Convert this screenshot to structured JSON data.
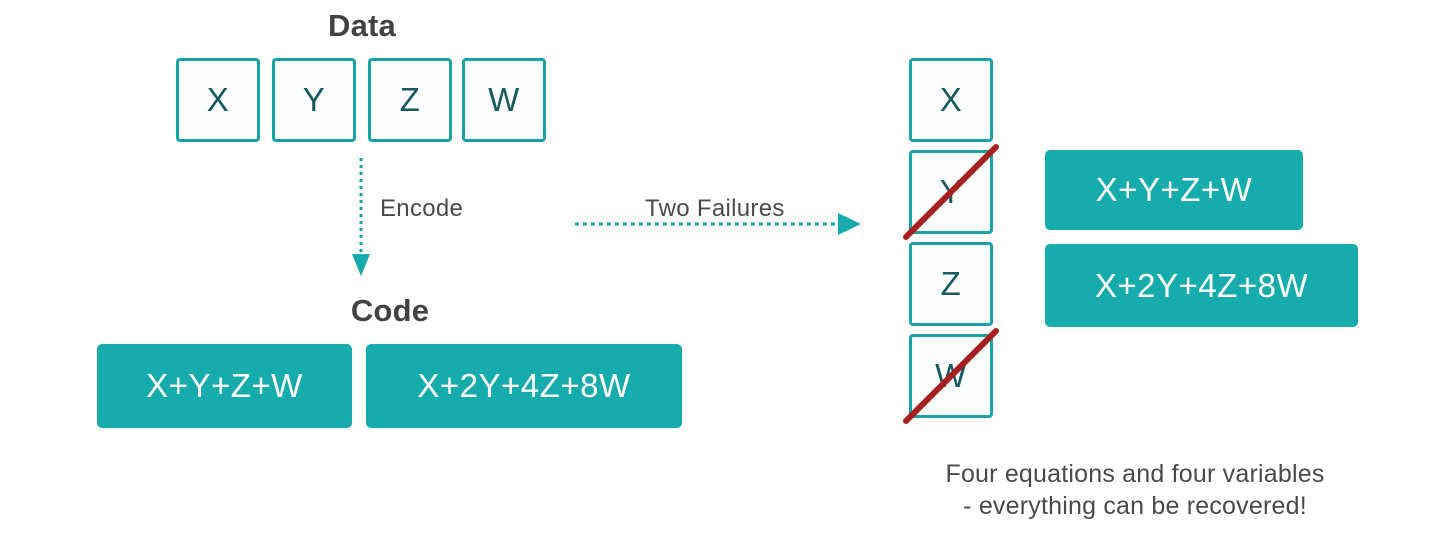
{
  "diagram": {
    "title_data": "Data",
    "title_code": "Code",
    "colors": {
      "teal_fill": "#17acac",
      "teal_outline": "#1aa3a6",
      "letter_text": "#145a60",
      "strike_red": "#a81f1f",
      "label_gray": "#4a4a4a",
      "heading_gray": "#424242"
    },
    "data_cells": [
      {
        "label": "X"
      },
      {
        "label": "Y"
      },
      {
        "label": "Z"
      },
      {
        "label": "W"
      }
    ],
    "code_blocks": [
      {
        "equation": "X+Y+Z+W"
      },
      {
        "equation": "X+2Y+4Z+8W"
      }
    ],
    "arrows": {
      "encode_label": "Encode",
      "failures_label": "Two Failures"
    },
    "received_cells": [
      {
        "label": "X",
        "failed": false
      },
      {
        "label": "Y",
        "failed": true
      },
      {
        "label": "Z",
        "failed": false
      },
      {
        "label": "W",
        "failed": true
      }
    ],
    "recovery_equations": [
      {
        "equation": "X+Y+Z+W"
      },
      {
        "equation": "X+2Y+4Z+8W"
      }
    ],
    "caption": {
      "line1": "Four equations and four variables",
      "line2": "- everything can be recovered!"
    }
  }
}
